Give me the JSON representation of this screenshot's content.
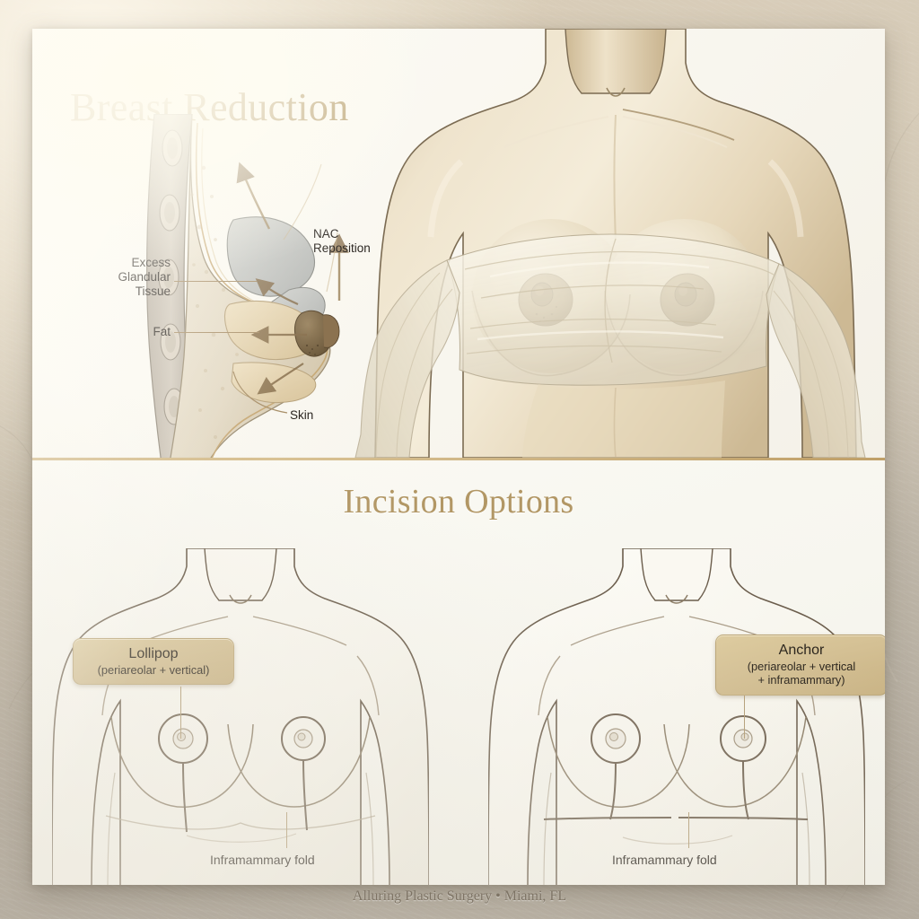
{
  "page": {
    "background": "stone-marble-beige",
    "card_background": "#fbfaf5",
    "accent_gold": "#b09663",
    "badge_fill": "#d4c094",
    "skin_tone": "#e6d9c0",
    "line_color": "#6b5d4c"
  },
  "top_panel": {
    "title": "Breast Reduction",
    "diagram": {
      "name": "lateral-cross-section",
      "labels": [
        {
          "id": "glandular",
          "text": "Excess\nGlandular\nTissue",
          "lines": [
            "Excess",
            "Glandular",
            "Tissue"
          ]
        },
        {
          "id": "fat",
          "text": "Fat",
          "lines": [
            "Fat"
          ]
        },
        {
          "id": "skin",
          "text": "Skin",
          "lines": [
            "Skin"
          ]
        },
        {
          "id": "nac",
          "text": "NAC\nReposition",
          "lines": [
            "NAC",
            "Reposition"
          ]
        }
      ],
      "tissue_legend": {
        "glandular_color": "#c8c9c4",
        "fat_color": "#e3d3b4",
        "skin_color": "#d9c89f",
        "rib_color": "#c6bcae"
      }
    },
    "illustration": {
      "name": "frontal-torso-draped",
      "description": "draped female torso front view"
    }
  },
  "bottom_panel": {
    "title": "Incision Options",
    "options": [
      {
        "id": "lollipop",
        "badge_title": "Lollipop",
        "badge_subtitle": "(periareolar + vertical)",
        "badge_subtitle_lines": [
          "(periareolar + vertical)"
        ],
        "fold_label": "Inframammary fold",
        "incision_components": [
          "periareolar",
          "vertical"
        ]
      },
      {
        "id": "anchor",
        "badge_title": "Anchor",
        "badge_subtitle": "(periareolar + vertical + inframammary)",
        "badge_subtitle_lines": [
          "(periareolar + vertical",
          "+ inframammary)"
        ],
        "fold_label": "Inframammary fold",
        "incision_components": [
          "periareolar",
          "vertical",
          "inframammary"
        ]
      }
    ]
  },
  "footer": {
    "text": "Alluring Plastic Surgery • Miami, FL"
  }
}
